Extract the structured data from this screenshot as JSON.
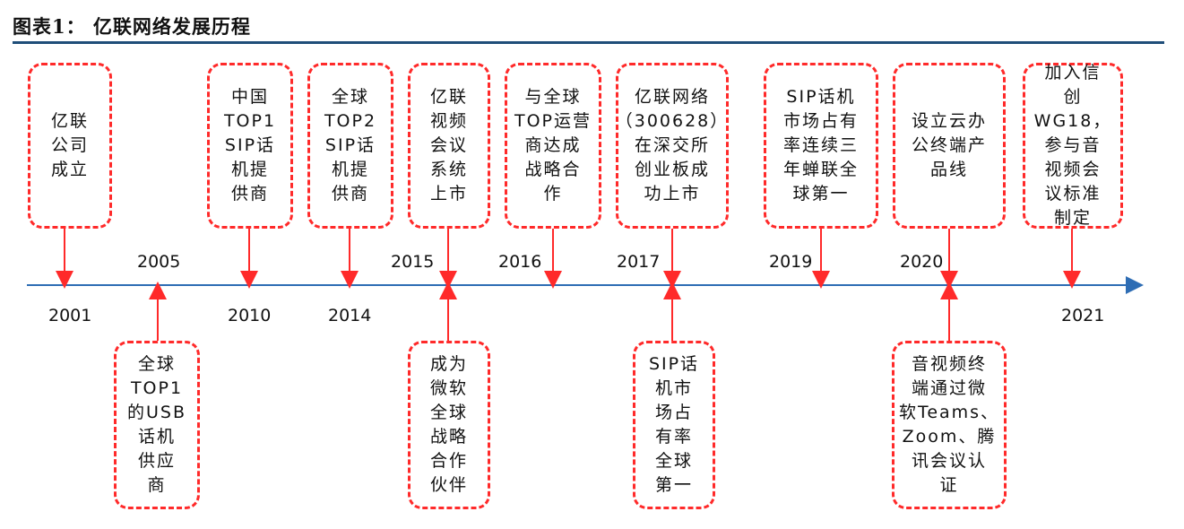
{
  "title": "图表1：  亿联网络发展历程",
  "colors": {
    "accent": "#ff2a2a",
    "rule": "#1f4e79",
    "timeline": "#2e6db4"
  },
  "events_top": [
    {
      "text": "亿联\n公司\n成立",
      "year": "2001"
    },
    {
      "text": "中国\nTOP1\nSIP话\n机提\n供商",
      "year": "2010"
    },
    {
      "text": "全球\nTOP2\nSIP话\n机提\n供商",
      "year": "2014"
    },
    {
      "text": "亿联\n视频\n会议\n系统\n上市",
      "year": "2015"
    },
    {
      "text": "与全球\nTOP运营\n商达成\n战略合\n作",
      "year": "2016"
    },
    {
      "text": "亿联网络\n（300628）\n在深交所\n创业板成\n功上市",
      "year": "2017"
    },
    {
      "text": "SIP话机\n市场占有\n率连续三\n年蝉联全\n球第一",
      "year": "2019"
    },
    {
      "text": "设立云办\n公终端产\n品线",
      "year": "2020"
    },
    {
      "text": "加入信\n创WG18，\n参与音\n视频会\n议标准\n制定",
      "year": "2021"
    }
  ],
  "events_bottom": [
    {
      "text": "全球\nTOP1\n的USB\n话机\n供应\n商",
      "year": "2005"
    },
    {
      "text": "成为\n微软\n全球\n战略\n合作\n伙伴",
      "year": "2015"
    },
    {
      "text": "SIP话\n机市\n场占\n有率\n全球\n第一",
      "year": "2017"
    },
    {
      "text": "音视频终\n端通过微\n软Teams、\nZoom、腾\n讯会议认\n证",
      "year": "2020"
    }
  ],
  "year_labels": [
    "2001",
    "2005",
    "2010",
    "2014",
    "2015",
    "2016",
    "2017",
    "2019",
    "2020",
    "2021"
  ]
}
